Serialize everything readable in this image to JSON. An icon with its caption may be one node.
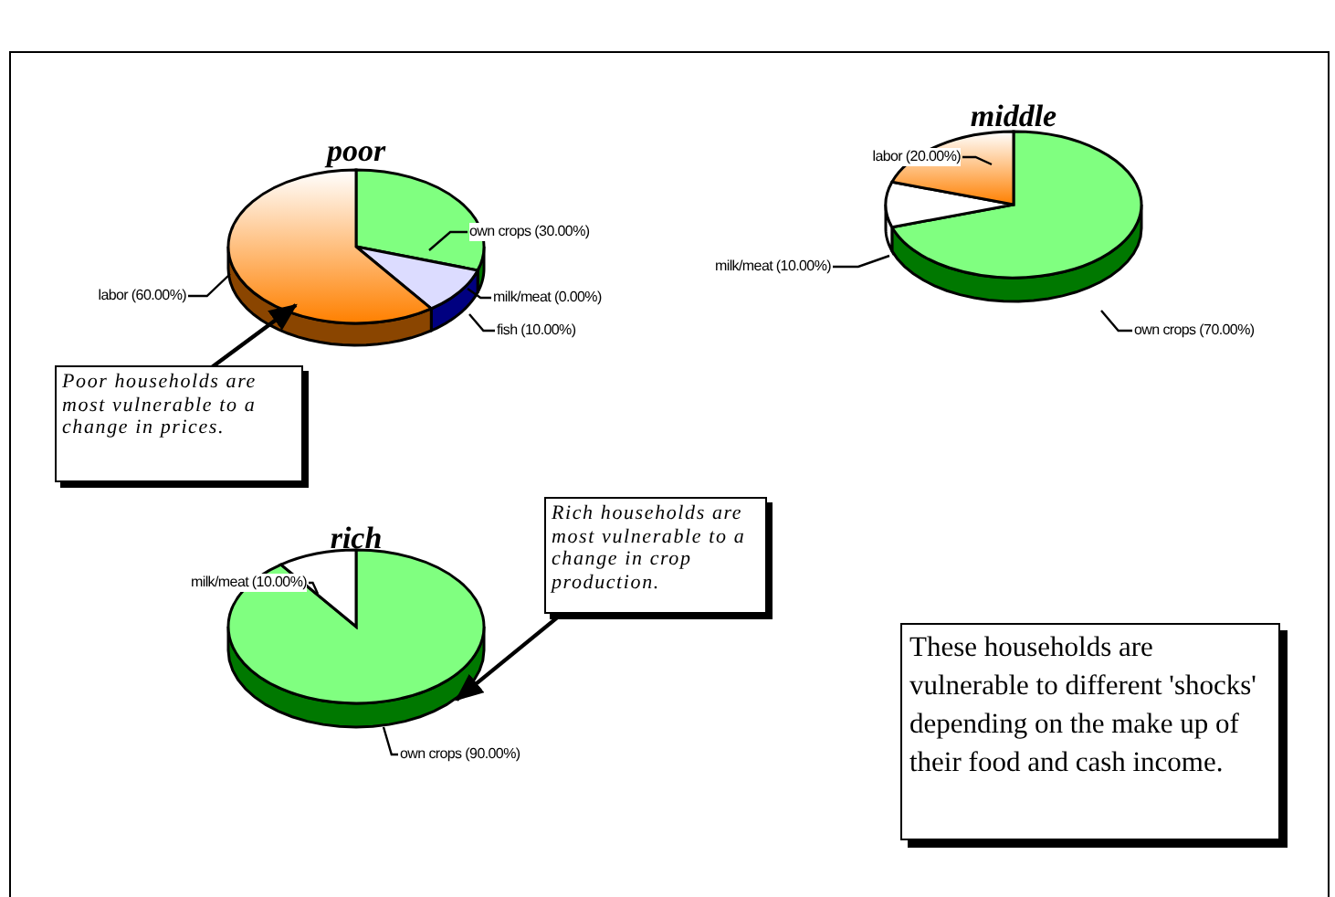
{
  "diagram": {
    "nodes": [
      {
        "text": [
          "poor"
        ]
      },
      {
        "text": [],
        "shape": "slice",
        "in": 0
      },
      {
        "text": [],
        "shape": "slice",
        "in": 0
      },
      {
        "text": [],
        "shape": "slice",
        "in": 0
      },
      {
        "text": [
          "own crops (30.00%)"
        ]
      },
      {
        "text": [
          "milk/meat (0.00%)"
        ]
      },
      {
        "text": [
          "fish (10.00%)"
        ]
      },
      {
        "text": [
          "labor (60.00%)"
        ]
      },
      {
        "text": [
          "Poor households are most vulnerable to a change in prices."
        ]
      },
      {
        "text": [
          "middle"
        ]
      },
      {
        "text": [],
        "shape": "slice",
        "in": 9
      },
      {
        "text": [],
        "shape": "slice",
        "in": 9
      },
      {
        "text": [],
        "shape": "slice",
        "in": 9
      },
      {
        "text": [
          "labor (20.00%)"
        ]
      },
      {
        "text": [
          "milk/meat (10.00%)"
        ]
      },
      {
        "text": [
          "own crops (70.00%)"
        ]
      },
      {
        "text": [
          "rich"
        ]
      },
      {
        "text": [],
        "shape": "slice",
        "in": 16
      },
      {
        "text": [],
        "shape": "slice",
        "in": 16
      },
      {
        "text": [
          "milk/meat (10.00%)"
        ]
      },
      {
        "text": [
          "Rich households are most vulnerable to a change in crop production."
        ]
      },
      {
        "text": [
          "own crops (90.00%)"
        ]
      },
      {
        "text": [
          "These households are vulnerable to different 'shocks' depending on the make up of their food and cash income."
        ]
      }
    ],
    "edges": [
      {
        "from": 4,
        "to": 1,
        "arrow": "none"
      },
      {
        "from": 5,
        "to": 2,
        "arrow": "none"
      },
      {
        "from": 6,
        "to": 2,
        "arrow": "none"
      },
      {
        "from": 7,
        "to": 3,
        "arrow": "none"
      },
      {
        "from": 8,
        "to": 3,
        "arrow": "to"
      },
      {
        "from": 13,
        "to": 12,
        "arrow": "none"
      },
      {
        "from": 14,
        "to": 11,
        "arrow": "none"
      },
      {
        "from": 15,
        "to": 10,
        "arrow": "none"
      },
      {
        "from": 19,
        "to": 18,
        "arrow": "none"
      },
      {
        "from": 20,
        "to": 17,
        "arrow": "to"
      },
      {
        "from": 21,
        "to": 17,
        "arrow": "none"
      }
    ]
  }
}
